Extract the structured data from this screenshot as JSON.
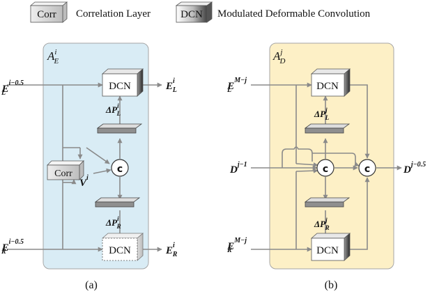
{
  "legend": {
    "corr_box": "Corr",
    "corr_desc": "Correlation Layer",
    "dcn_box": "DCN",
    "dcn_desc": "Modulated Deformable Convolution"
  },
  "panel_a": {
    "title_base": "A",
    "title_sup": "i",
    "title_sub": "E",
    "in_top": {
      "base": "E",
      "sub": "L",
      "sup": "i−0.5"
    },
    "in_bot": {
      "base": "E",
      "sub": "R",
      "sup": "i−0.5"
    },
    "out_top": {
      "base": "E",
      "sub": "L",
      "sup": "i"
    },
    "out_bot": {
      "base": "E",
      "sub": "R",
      "sup": "i"
    },
    "dcn_label": "DCN",
    "corr_label": "Corr",
    "concat_label": "c",
    "v_label": {
      "base": "V",
      "sup": "i"
    },
    "dp_top": {
      "base": "ΔP",
      "sub": "L",
      "sup": "i"
    },
    "dp_bot": {
      "base": "ΔP",
      "sub": "R",
      "sup": "i"
    },
    "caption": "(a)"
  },
  "panel_b": {
    "title_base": "A",
    "title_sup": "j",
    "title_sub": "D",
    "in_top": {
      "base": "E",
      "sub": "L",
      "sup": "M−j"
    },
    "in_mid": {
      "base": "D",
      "sup": "j−1"
    },
    "in_bot": {
      "base": "E",
      "sub": "R",
      "sup": "M−j"
    },
    "out": {
      "base": "D",
      "sup": "j−0.5"
    },
    "dcn_label": "DCN",
    "concat_label": "c",
    "dp_top": {
      "base": "ΔP",
      "sub": "L",
      "sup": "j"
    },
    "dp_bot": {
      "base": "ΔP",
      "sub": "R",
      "sup": "j"
    },
    "caption": "(b)"
  },
  "colors": {
    "panel_a_bg": "#d9ecf5",
    "panel_b_bg": "#fdf0c6",
    "panel_border": "#a5a5a5",
    "wire": "#8a8a8a"
  }
}
